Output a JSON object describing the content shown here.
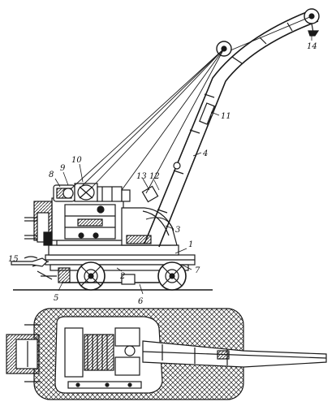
{
  "figure": {
    "callouts": [
      {
        "id": "c1",
        "text": "1"
      },
      {
        "id": "c2",
        "text": "2"
      },
      {
        "id": "c3",
        "text": "3"
      },
      {
        "id": "c4",
        "text": "4"
      },
      {
        "id": "c5",
        "text": "5"
      },
      {
        "id": "c6",
        "text": "6"
      },
      {
        "id": "c7",
        "text": "7"
      },
      {
        "id": "c8",
        "text": "8"
      },
      {
        "id": "c9",
        "text": "9"
      },
      {
        "id": "c10",
        "text": "10"
      },
      {
        "id": "c11",
        "text": "11"
      },
      {
        "id": "c12",
        "text": "12"
      },
      {
        "id": "c13",
        "text": "13"
      },
      {
        "id": "c14",
        "text": "14"
      },
      {
        "id": "c15",
        "text": "15"
      }
    ]
  },
  "colors": {
    "ink": "#1a1a1a",
    "paper": "#ffffff"
  }
}
